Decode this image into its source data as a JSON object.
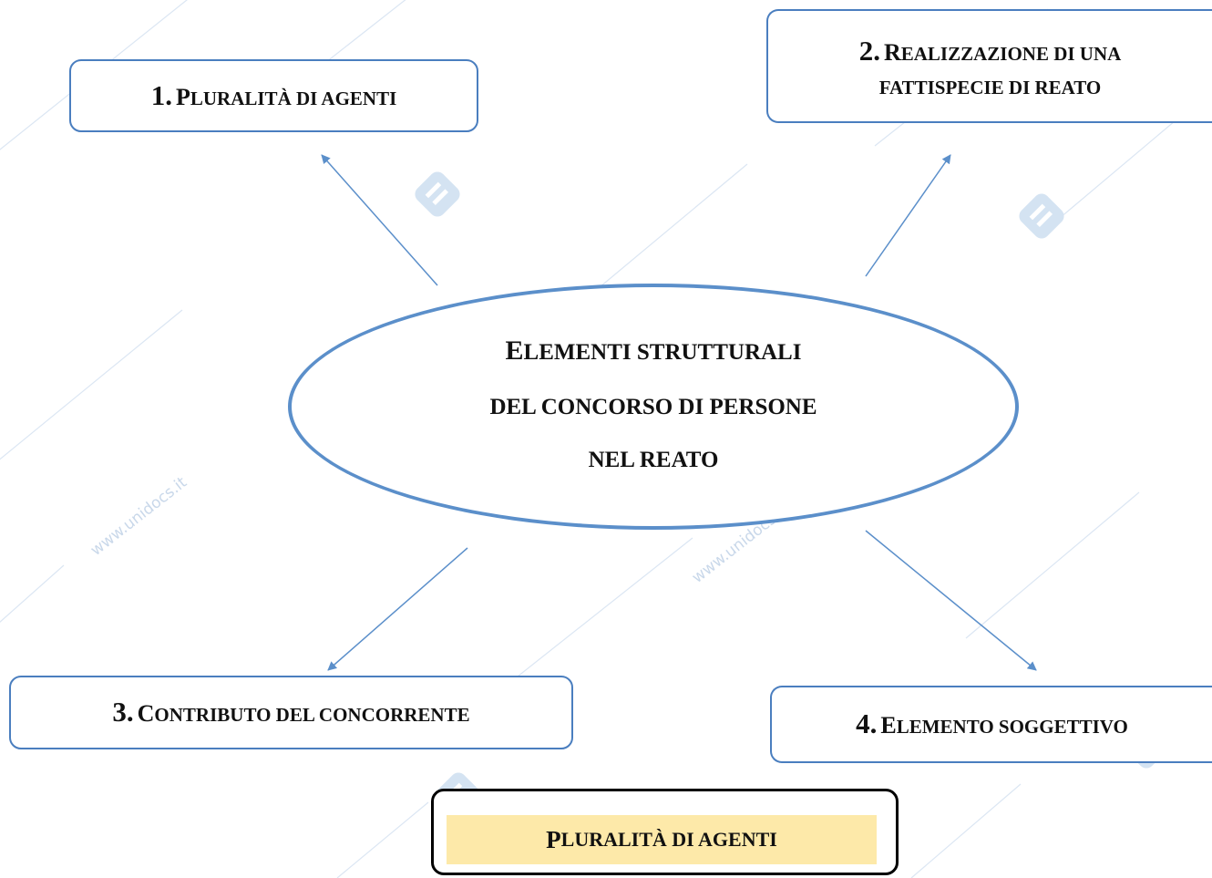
{
  "colors": {
    "box_border": "#4a7ebf",
    "ellipse_border": "#5b8fca",
    "arrow": "#5b8fca",
    "highlight_bg": "#fde9a9",
    "watermark": "#d4e3f2"
  },
  "watermark": {
    "text": "www.unidocs.it",
    "icon": "unidocs-logo-icon"
  },
  "center": {
    "line1": {
      "cap": "E",
      "rest": "LEMENTI STRUTTURALI"
    },
    "line2": "DEL CONCORSO DI PERSONE",
    "line3": "NEL REATO"
  },
  "nodes": {
    "n1": {
      "number": "1.",
      "lines": [
        {
          "cap": "P",
          "rest": "LURALITÀ DI AGENTI"
        }
      ]
    },
    "n2": {
      "number": "2.",
      "lines": [
        {
          "cap": "R",
          "rest": "EALIZZAZIONE DI UNA"
        },
        {
          "cap": "",
          "rest": "FATTISPECIE DI REATO"
        }
      ]
    },
    "n3": {
      "number": "3.",
      "lines": [
        {
          "cap": "C",
          "rest": "ONTRIBUTO DEL CONCORRENTE"
        }
      ]
    },
    "n4": {
      "number": "4.",
      "lines": [
        {
          "cap": "E",
          "rest": "LEMENTO SOGGETTIVO"
        }
      ]
    }
  },
  "section_heading": {
    "cap": "P",
    "rest": "LURALITÀ DI AGENTI"
  }
}
